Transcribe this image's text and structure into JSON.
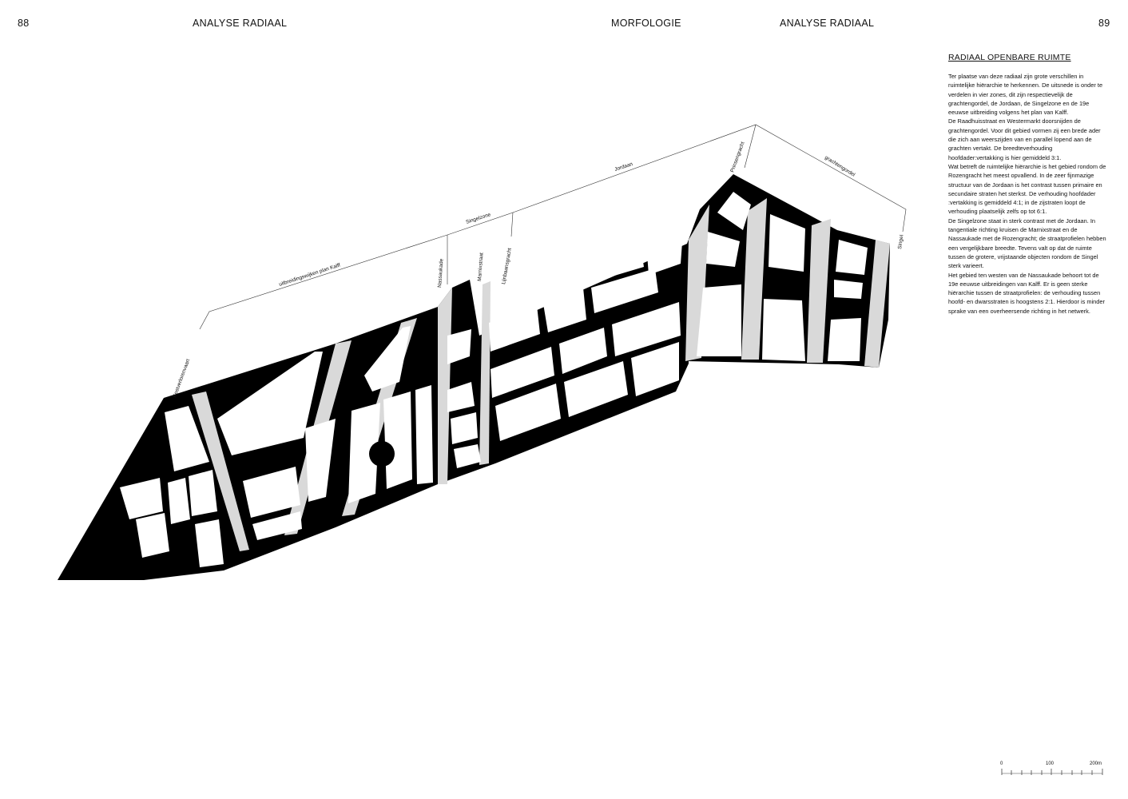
{
  "header": {
    "page_left": "88",
    "title_left": "ANALYSE RADIAAL",
    "title_center": "MORFOLOGIE",
    "title_right": "ANALYSE RADIAAL",
    "page_right": "89"
  },
  "sidebar": {
    "title": "RADIAAL OPENBARE RUIMTE",
    "paragraphs": [
      "Ter plaatse van deze radiaal zijn grote verschillen in ruimtelijke hiërarchie te herkennen. De uitsnede is onder te verdelen in vier zones, dit zijn respectievelijk de grachtengordel, de Jordaan, de Singelzone en de 19e eeuwse uitbreiding volgens het plan van Kalff.",
      "De Raadhuisstraat en Westermarkt doorsnijden de grachtengordel. Voor dit gebied vormen zij een brede ader die zich aan weerszijden van en parallel lopend aan de grachten vertakt. De breedteverhouding hoofdader:vertakking is hier gemiddeld 3:1.",
      "Wat betreft de ruimtelijke hiërarchie is het gebied rondom de Rozengracht het meest opvallend. In de zeer fijnmazige structuur van de Jordaan is het contrast tussen primaire en secundaire straten het sterkst. De verhouding hoofdader :vertakking is gemiddeld 4:1; in de zijstraten loopt de verhouding plaatselijk zelfs op tot 6:1.",
      "De Singelzone staat in sterk contrast met de Jordaan. In tangentiale richting kruisen de Marnixstraat en de Nassaukade met de Rozengracht; de straatprofielen hebben een vergelijkbare breedte. Tevens valt op dat de ruimte tussen de grotere, vrijstaande objecten rondom de Singel sterk varieert.",
      "Het gebied ten westen van de Nassaukade behoort tot de 19e eeuwse uitbreidingen van Kalff. Er is geen sterke hiërarchie tussen de straatprofielen: de verhouding tussen hoofd- en dwarsstraten is hoogstens 2:1. Hierdoor is minder sprake van een overheersende richting in het netwerk."
    ]
  },
  "map": {
    "zones": {
      "kalff": "uitbreidingswijken plan Kalff",
      "singel": "Singelzone",
      "jordaan": "Jordaan",
      "gracht": "grachtengordel"
    },
    "streets": {
      "kostverloren": "Kostverlorenvaart",
      "nassau": "Nassaukade",
      "marnix": "Marnixstraat",
      "lijnbaan": "Lijnbaansgracht",
      "prinsen": "Prinsengracht",
      "singel": "Singel"
    },
    "colors": {
      "street": "#000000",
      "water": "#d9d9d9",
      "block": "#ffffff"
    },
    "scale": {
      "left": "0",
      "mid": "100",
      "right": "200m"
    }
  }
}
